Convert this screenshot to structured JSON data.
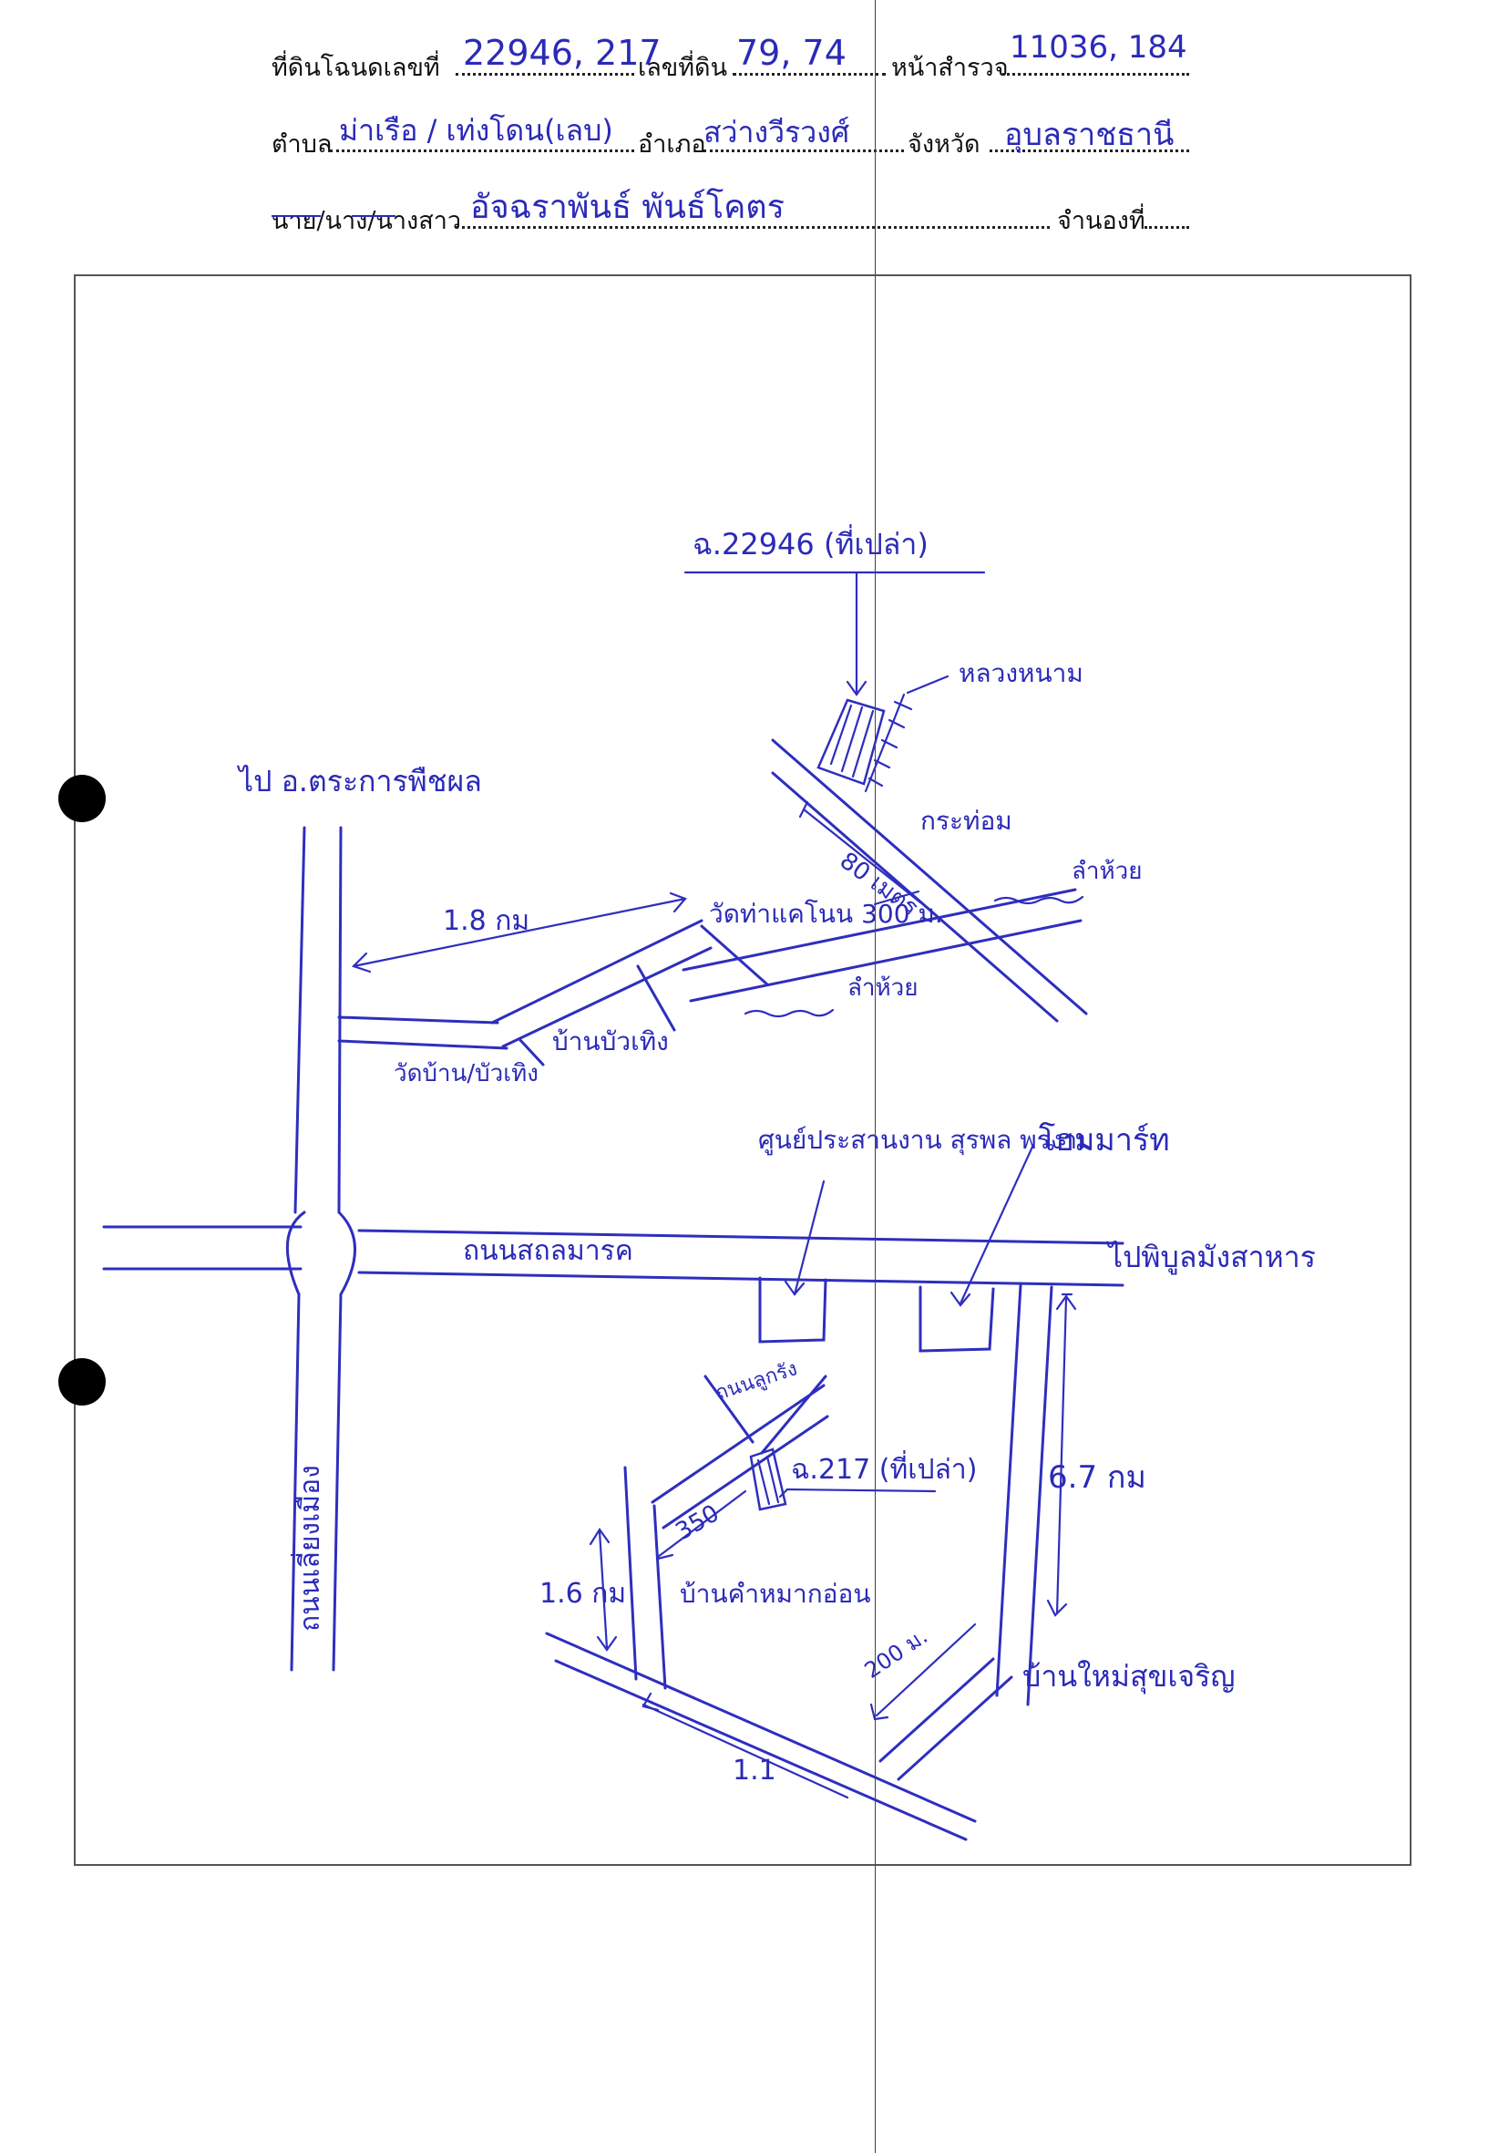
{
  "form": {
    "deed_label": "ที่ดินโฉนดเลขที่",
    "deed_value": "22946, 217",
    "land_no_label": "เลขที่ดิน",
    "land_no_value": "79, 74",
    "survey_page_label": "หน้าสำรวจ",
    "survey_page_value": "11036, 184",
    "subdistrict_label": "ตำบล",
    "subdistrict_value": "ม่าเรือ / เท่งโดน(เลบ)",
    "district_label": "อำเภอ",
    "district_value": "สว่างวีรวงศ์",
    "province_label": "จังหวัด",
    "province_value": "อุบลราชธานี",
    "owner_label": "นาย/นาง/นางสาว",
    "owner_value": "อัจฉราพันธ์ พันธ์โคตร",
    "mortgage_label": "จำนองที่"
  },
  "map": {
    "labels": {
      "deed_north": "ฉ.22946 (ที่เปล่า)",
      "canal": "หลวงหนาม",
      "kra_thom": "กระท่อม",
      "dist_80": "80 เมตร",
      "to_district": "ไป อ.ตระการพืชผล",
      "dist_1_8": "1.8 กม",
      "temple_route": "วัดท่าแคโนน 300 ม.",
      "stream_top": "ลำห้วย",
      "stream_bottom": "ลำห้วย",
      "wat_bua": "วัดบ้าน/บัวเทิง",
      "ban_bua": "บ้านบัวเทิง",
      "center": "ศูนย์ประสานงาน สุรพล พรงาม",
      "home_mart": "โฮมมาร์ท",
      "main_road": "ถนนสถลมารค",
      "to_phibun": "ไปพิบูลมังสาหาร",
      "road_vertical": "ถนนเลี่ยงเมือง",
      "dist_6_7": "6.7 กม",
      "deed_south": "ฉ.217 (ที่เปล่า)",
      "path_top": "ถนนลูกรัง",
      "dist_350": "350",
      "dist_1_6": "1.6 กม",
      "ban_kham": "บ้านคำหมากอ่อน",
      "dist_200": "200 ม.",
      "dist_1_1": "1.1",
      "ban_mai": "บ้านใหม่สุขเจริญ"
    }
  }
}
